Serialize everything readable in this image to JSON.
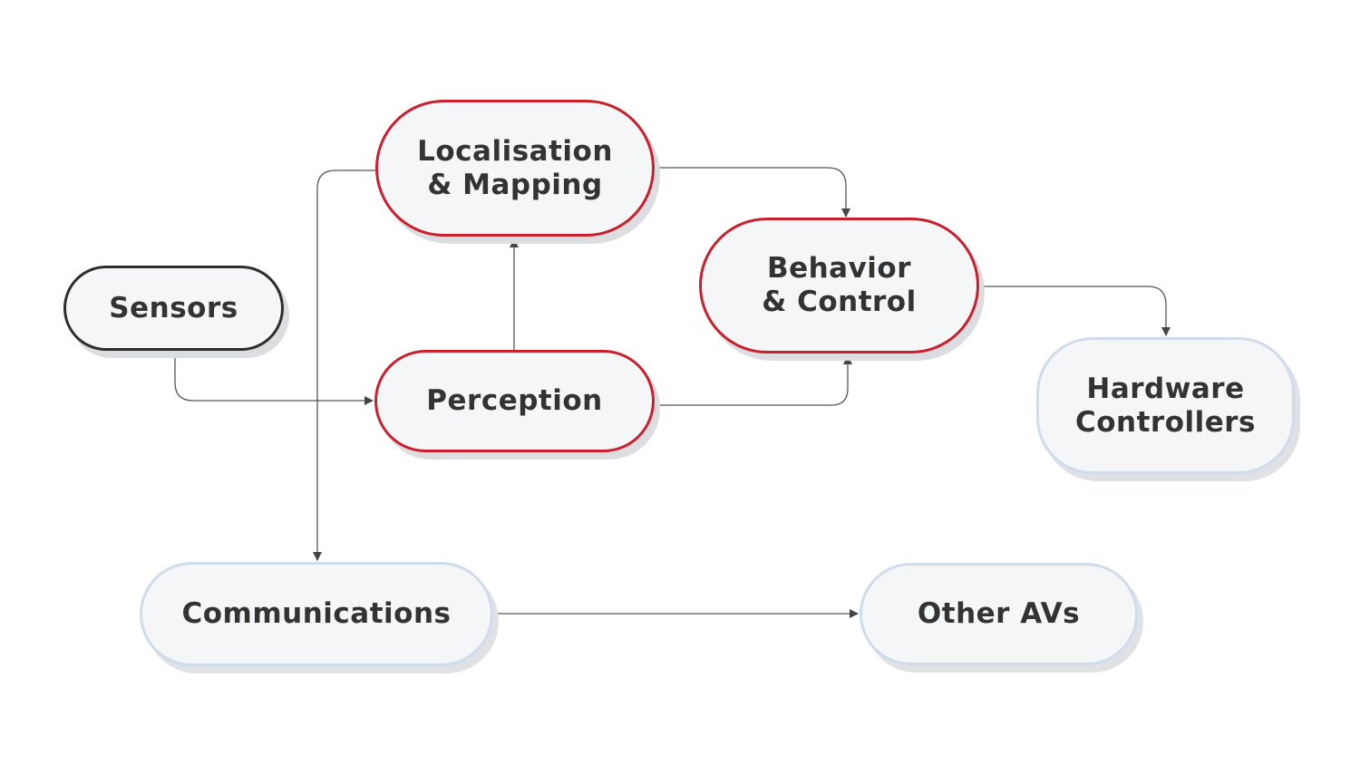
{
  "nodes": {
    "localisation": {
      "label": "Localisation\n& Mapping"
    },
    "behavior": {
      "label": "Behavior\n& Control"
    },
    "sensors": {
      "label": "Sensors"
    },
    "perception": {
      "label": "Perception"
    },
    "hardware": {
      "label": "Hardware\nControllers"
    },
    "communications": {
      "label": "Communications"
    },
    "other_avs": {
      "label": "Other AVs"
    }
  },
  "colors": {
    "primary_border": "#c8202f",
    "sensor_border": "#2e2e2e",
    "secondary_border": "#cfdcec",
    "node_fill": "#f5f6f8",
    "text": "#333333",
    "connector": "#444444"
  },
  "edges": [
    {
      "from": "sensors",
      "to": "perception"
    },
    {
      "from": "perception",
      "to": "localisation"
    },
    {
      "from": "perception",
      "to": "behavior"
    },
    {
      "from": "localisation",
      "to": "behavior"
    },
    {
      "from": "localisation",
      "to": "communications"
    },
    {
      "from": "behavior",
      "to": "hardware"
    },
    {
      "from": "communications",
      "to": "other_avs"
    }
  ]
}
